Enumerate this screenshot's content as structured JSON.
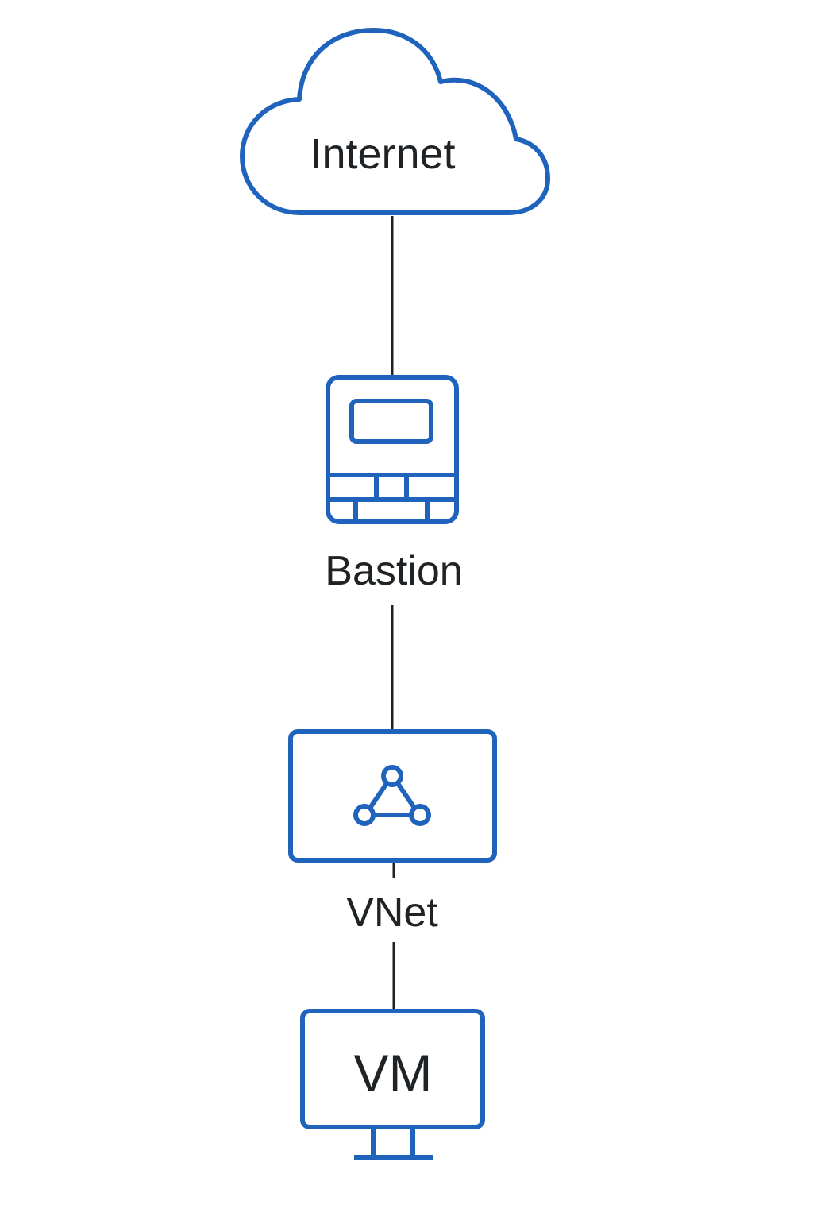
{
  "colors": {
    "icon_stroke": "#1f63bd",
    "connector": "#1f2326",
    "text": "#1f2326",
    "background": "#ffffff"
  },
  "nodes": {
    "internet": {
      "label": "Internet",
      "icon": "cloud-icon"
    },
    "bastion": {
      "label": "Bastion",
      "icon": "bastion-firewall-icon"
    },
    "vnet": {
      "label": "VNet",
      "icon": "network-triangle-icon"
    },
    "vm": {
      "label": "VM",
      "icon": "monitor-icon"
    }
  },
  "connections": [
    {
      "from": "internet",
      "to": "bastion"
    },
    {
      "from": "bastion",
      "to": "vnet"
    },
    {
      "from": "vnet",
      "to": "vm"
    }
  ]
}
